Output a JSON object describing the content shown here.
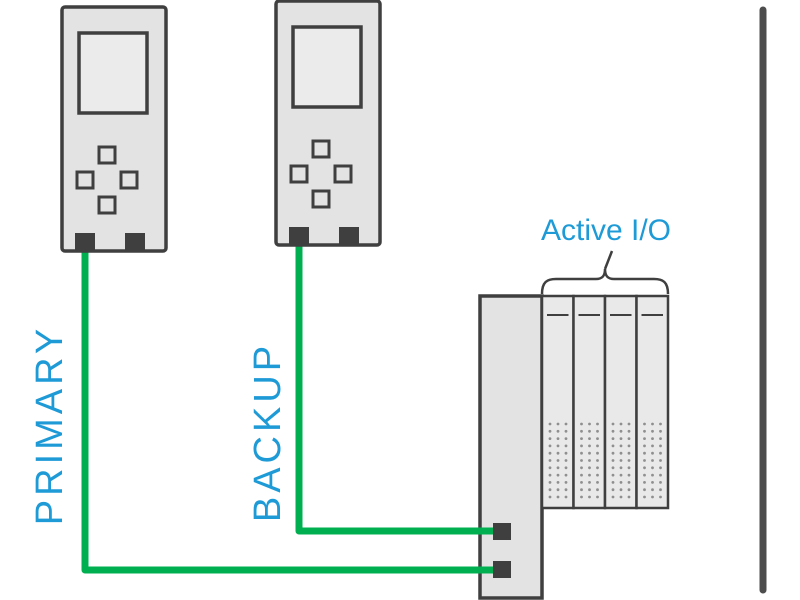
{
  "diagram": {
    "active_io_label": "Active I/O",
    "primary_label": "PRIMARY",
    "backup_label": "BACKUP",
    "io_module_count": 4,
    "colors": {
      "label_blue": "#1E9BD7",
      "cable_green": "#00B050",
      "outline_gray": "#3F3F3F",
      "device_fill": "#E3E3E3",
      "wall_gray": "#4D4D4D"
    }
  }
}
